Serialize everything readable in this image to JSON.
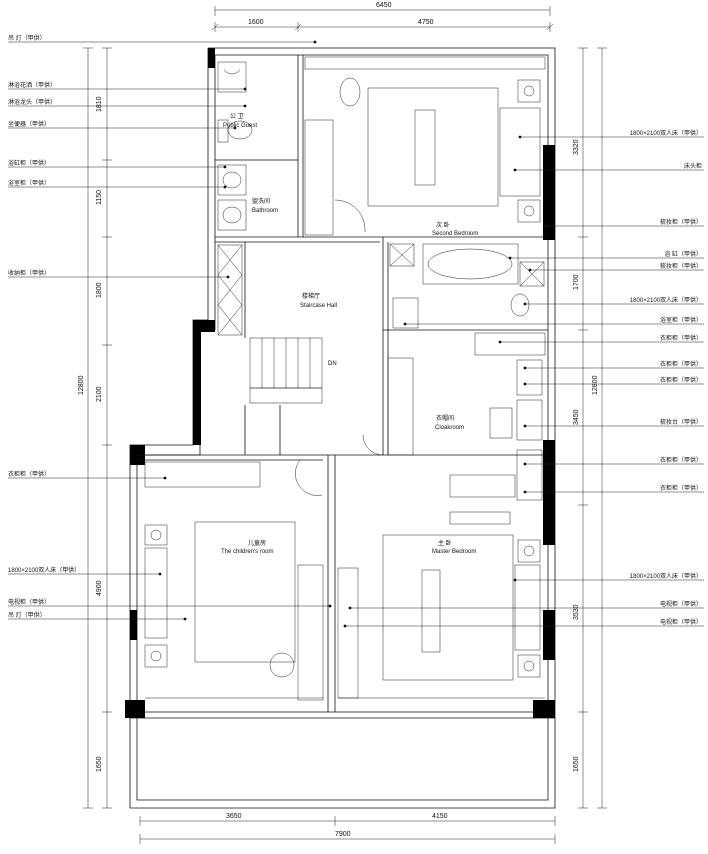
{
  "dimensions": {
    "top_total": "6450",
    "top_left": "1600",
    "top_right": "4750",
    "bottom_left": "3650",
    "bottom_right": "4150",
    "bottom_total": "7900",
    "left_outer": "12800",
    "left_1": "1810",
    "left_2": "1150",
    "left_3": "1800",
    "left_4": "2100",
    "left_5": "4900",
    "left_6": "1650",
    "right_outer": "12800",
    "right_1": "3320",
    "right_2": "1700",
    "right_3": "3450",
    "right_4": "3530",
    "right_5": "1650"
  },
  "rooms": {
    "public_wc_cn": "公 卫",
    "public_wc_en": "Public Guest",
    "wash_cn": "盥洗间",
    "wash_en": "Bathroom",
    "hall_cn": "楼梯厅",
    "hall_en": "Staircase Hall",
    "second_cn": "次 卧",
    "second_en": "Second Bedroom",
    "cloak_cn": "衣帽间",
    "cloak_en": "Cloakroom",
    "child_cn": "儿童房",
    "child_en": "The children's room",
    "master_cn": "主 卧",
    "master_en": "Master Bedroom",
    "stair_mark": "DN"
  },
  "left_labels": [
    "吊 灯（甲供）",
    "淋浴花洒（甲供）",
    "淋浴龙头（甲供）",
    "坐便器（甲供）",
    "浴缸柜（甲供）",
    "浴室柜（甲供）",
    "收纳柜（甲供）",
    "衣柜柜（甲供）",
    "1800×2100双人床（甲供）",
    "电视柜（甲供）",
    "吊 灯（甲供）"
  ],
  "right_labels": [
    "1800×2100双人床（甲供）",
    "床头柜",
    "梳妆柜（甲供）",
    "浴 缸（甲供）",
    "梳妆柜（甲供）",
    "1800×2100双人床（甲供）",
    "浴室柜（甲供）",
    "衣柜柜（甲供）",
    "衣柜柜（甲供）",
    "衣柜柜（甲供）",
    "梳妆台（甲供）",
    "衣柜柜（甲供）",
    "衣柜柜（甲供）",
    "1800×2100双人床（甲供）",
    "电视柜（甲供）",
    "电视柜（甲供）"
  ]
}
